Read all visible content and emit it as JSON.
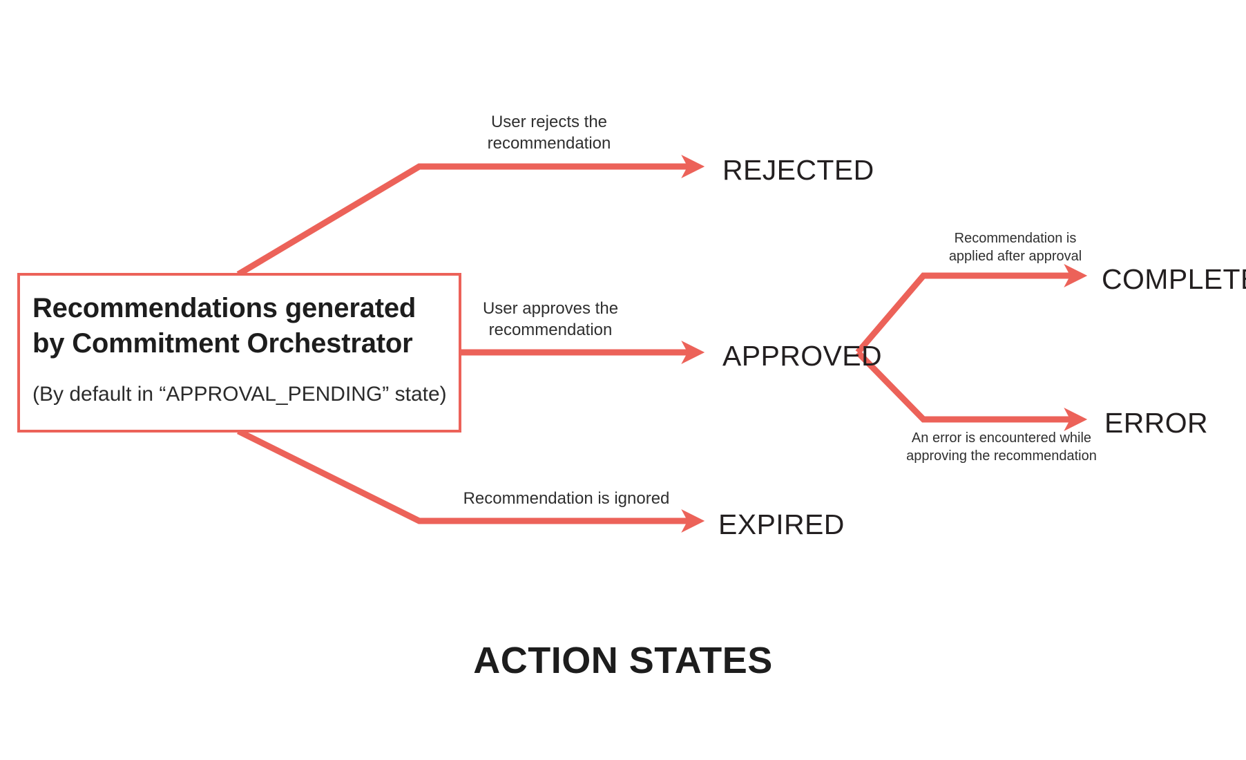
{
  "diagram": {
    "caption": "ACTION STATES",
    "accent_color": "#EC6259",
    "text_color": "#231f20",
    "background": "#ffffff",
    "source_node": {
      "title": "Recommendations generated\nby Commitment Orchestrator",
      "subtitle": "(By default in “APPROVAL_PENDING” state)"
    },
    "states": [
      {
        "id": "rejected",
        "label": "REJECTED"
      },
      {
        "id": "approved",
        "label": "APPROVED"
      },
      {
        "id": "expired",
        "label": "EXPIRED"
      },
      {
        "id": "completed",
        "label": "COMPLETED"
      },
      {
        "id": "error",
        "label": "ERROR"
      }
    ],
    "transitions": [
      {
        "id": "to-rejected",
        "from": "source",
        "to": "rejected",
        "label": "User rejects the\nrecommendation"
      },
      {
        "id": "to-approved",
        "from": "source",
        "to": "approved",
        "label": "User approves the\nrecommendation"
      },
      {
        "id": "to-expired",
        "from": "source",
        "to": "expired",
        "label": "Recommendation is ignored"
      },
      {
        "id": "to-completed",
        "from": "approved",
        "to": "completed",
        "label": "Recommendation is\napplied after approval"
      },
      {
        "id": "to-error",
        "from": "approved",
        "to": "error",
        "label": "An error is encountered while\napproving the recommendation"
      }
    ]
  }
}
